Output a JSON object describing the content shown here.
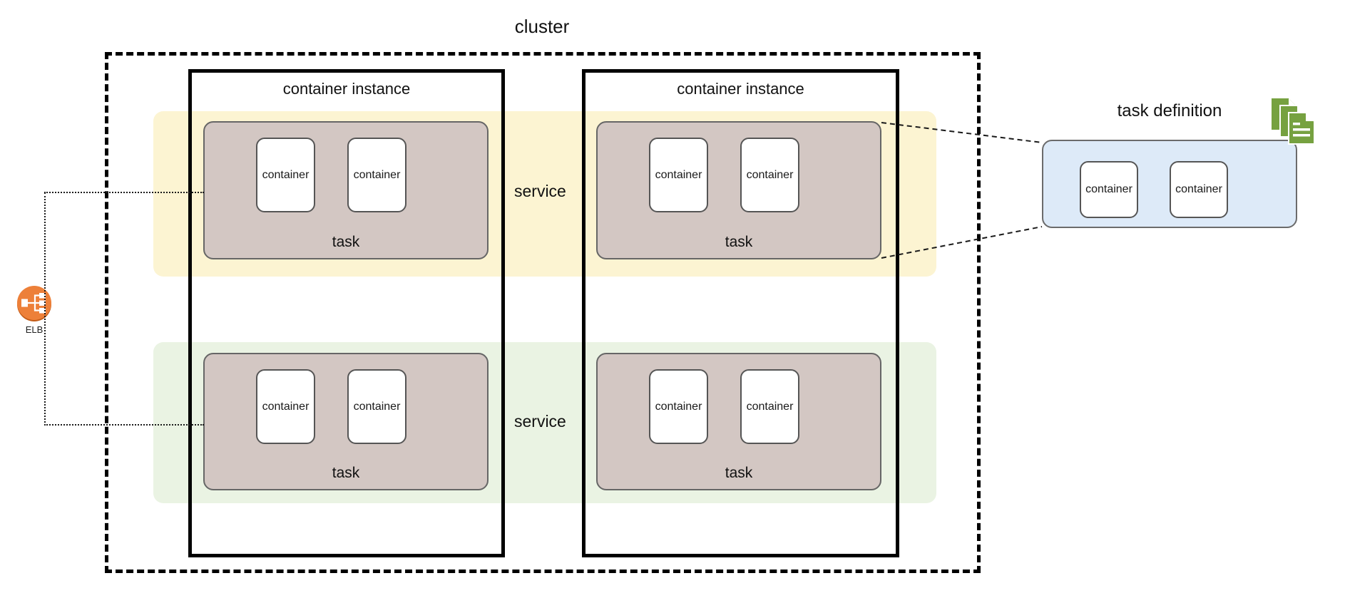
{
  "diagram": {
    "title": "cluster",
    "background": "#ffffff"
  },
  "colors": {
    "cluster_border": "#000000",
    "service_top_band": "#fcf4d2",
    "service_bottom_band": "#eaf3e3",
    "task_fill": "#d3c7c3",
    "task_border": "#666666",
    "container_fill": "#ffffff",
    "container_border": "#555555",
    "taskdef_fill": "#ddeaf8",
    "taskdef_border": "#6b6b6b",
    "elb_orange": "#ed8039",
    "docs_green": "#76a140"
  },
  "instances": [
    {
      "title": "container instance",
      "tasks": [
        {
          "label": "task",
          "containers": [
            "container",
            "container"
          ]
        },
        {
          "label": "task",
          "containers": [
            "container",
            "container"
          ]
        }
      ]
    },
    {
      "title": "container instance",
      "tasks": [
        {
          "label": "task",
          "containers": [
            "container",
            "container"
          ]
        },
        {
          "label": "task",
          "containers": [
            "container",
            "container"
          ]
        }
      ]
    }
  ],
  "services": [
    {
      "label": "service",
      "band": "top"
    },
    {
      "label": "service",
      "band": "bottom"
    }
  ],
  "task_definition": {
    "title": "task definition",
    "containers": [
      "container",
      "container"
    ],
    "icon": "stacked-documents-icon"
  },
  "load_balancer": {
    "label": "ELB",
    "icon": "elb-icon"
  }
}
